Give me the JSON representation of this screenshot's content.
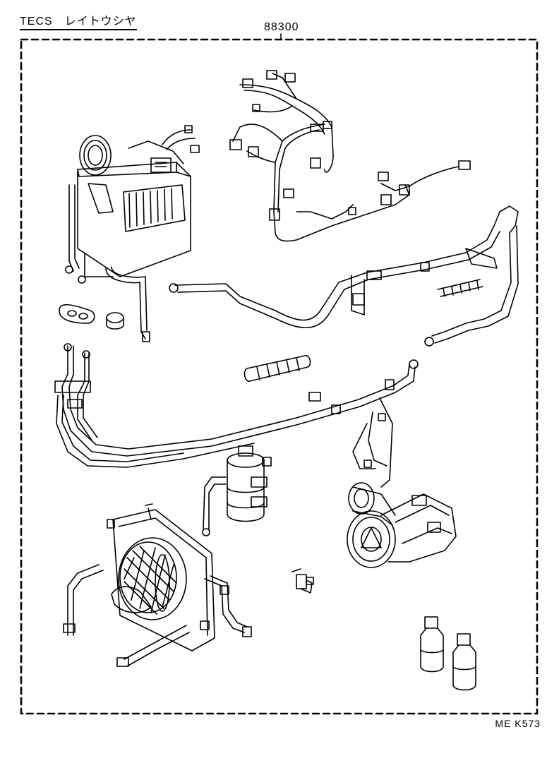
{
  "header": {
    "title": "TECS　レイトウシヤ",
    "part_number": "88300"
  },
  "footer": {
    "code": "ME  K573"
  }
}
